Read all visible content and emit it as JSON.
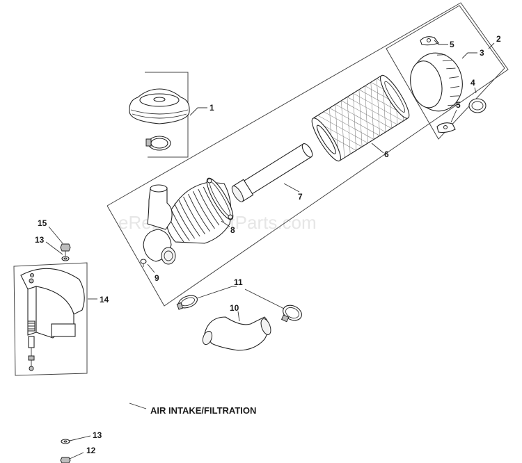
{
  "watermark": "eReplacementParts.com",
  "title": "AIR INTAKE/FILTRATION",
  "callouts": {
    "c1": "1",
    "c2": "2",
    "c3": "3",
    "c4": "4",
    "c5a": "5",
    "c5b": "5",
    "c6": "6",
    "c7": "7",
    "c8": "8",
    "c9": "9",
    "c10": "10",
    "c11": "11",
    "c12": "12",
    "c13a": "13",
    "c13b": "13",
    "c14": "14",
    "c15": "15"
  }
}
